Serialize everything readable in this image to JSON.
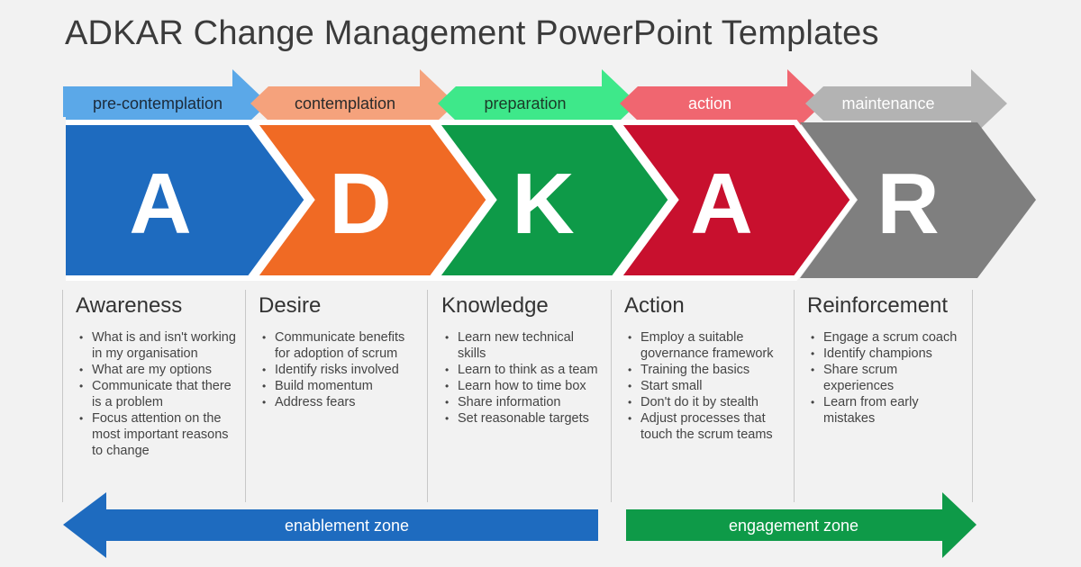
{
  "title": "ADKAR Change Management PowerPoint Templates",
  "stages": [
    {
      "label": "pre-contemplation",
      "letter": "A",
      "heading": "Awareness",
      "bullets": [
        "What is and isn't working in my organisation",
        "What are my options",
        "Communicate that there is a problem",
        "Focus attention on the most important reasons to change"
      ]
    },
    {
      "label": "contemplation",
      "letter": "D",
      "heading": "Desire",
      "bullets": [
        "Communicate benefits for adoption of scrum",
        "Identify risks involved",
        "Build momentum",
        "Address fears"
      ]
    },
    {
      "label": "preparation",
      "letter": "K",
      "heading": "Knowledge",
      "bullets": [
        "Learn new technical skills",
        "Learn to think as a team",
        "Learn how to time box",
        "Share information",
        "Set reasonable targets"
      ]
    },
    {
      "label": "action",
      "letter": "A",
      "heading": "Action",
      "bullets": [
        "Employ a suitable governance framework",
        "Training the basics",
        "Start small",
        "Don't do it by stealth",
        "Adjust processes that touch the scrum teams"
      ]
    },
    {
      "label": "maintenance",
      "letter": "R",
      "heading": "Reinforcement",
      "bullets": [
        "Engage a scrum coach",
        "Identify champions",
        "Share scrum experiences",
        "Learn from early mistakes"
      ]
    }
  ],
  "zones": {
    "enablement": "enablement zone",
    "engagement": "engagement zone"
  },
  "colors": {
    "background": "#f2f2f2",
    "stage_light": [
      "#5ba8e8",
      "#f5a27c",
      "#3ee88a",
      "#f06670",
      "#b3b3b3"
    ],
    "stage_dark": [
      "#1e6bbf",
      "#f06a24",
      "#0e9a48",
      "#c8102e",
      "#7f7f7f"
    ],
    "label_text": [
      "#1b2a3a",
      "#2a2a2a",
      "#1b3a28",
      "#ffffff",
      "#ffffff"
    ],
    "enablement": "#1e6bbf",
    "engagement": "#0e9a48"
  }
}
